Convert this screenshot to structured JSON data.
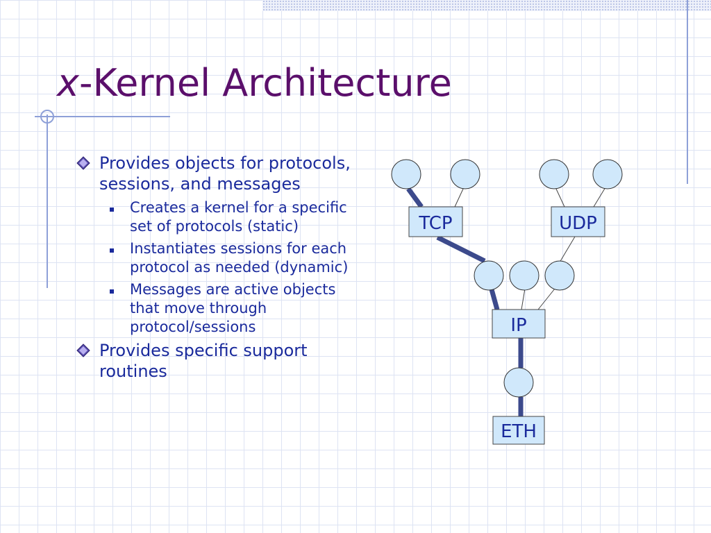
{
  "title": {
    "italic": "x",
    "rest": "-Kernel Architecture"
  },
  "bullets": [
    {
      "text": "Provides objects for protocols, sessions, and messages",
      "sub": [
        "Creates a kernel for a specific set of protocols (static)",
        "Instantiates sessions for each protocol as needed (dynamic)",
        "Messages are active objects that move through protocol/sessions"
      ]
    },
    {
      "text": "Provides specific support routines",
      "sub": []
    }
  ],
  "diagram": {
    "protocols": [
      "TCP",
      "UDP",
      "IP",
      "ETH"
    ]
  },
  "colors": {
    "title": "#5b0f6b",
    "text": "#1a2a9c",
    "node_fill": "#d0e8fb",
    "box_fill": "#d0e8fb",
    "thick_edge": "#3c4a8c"
  }
}
